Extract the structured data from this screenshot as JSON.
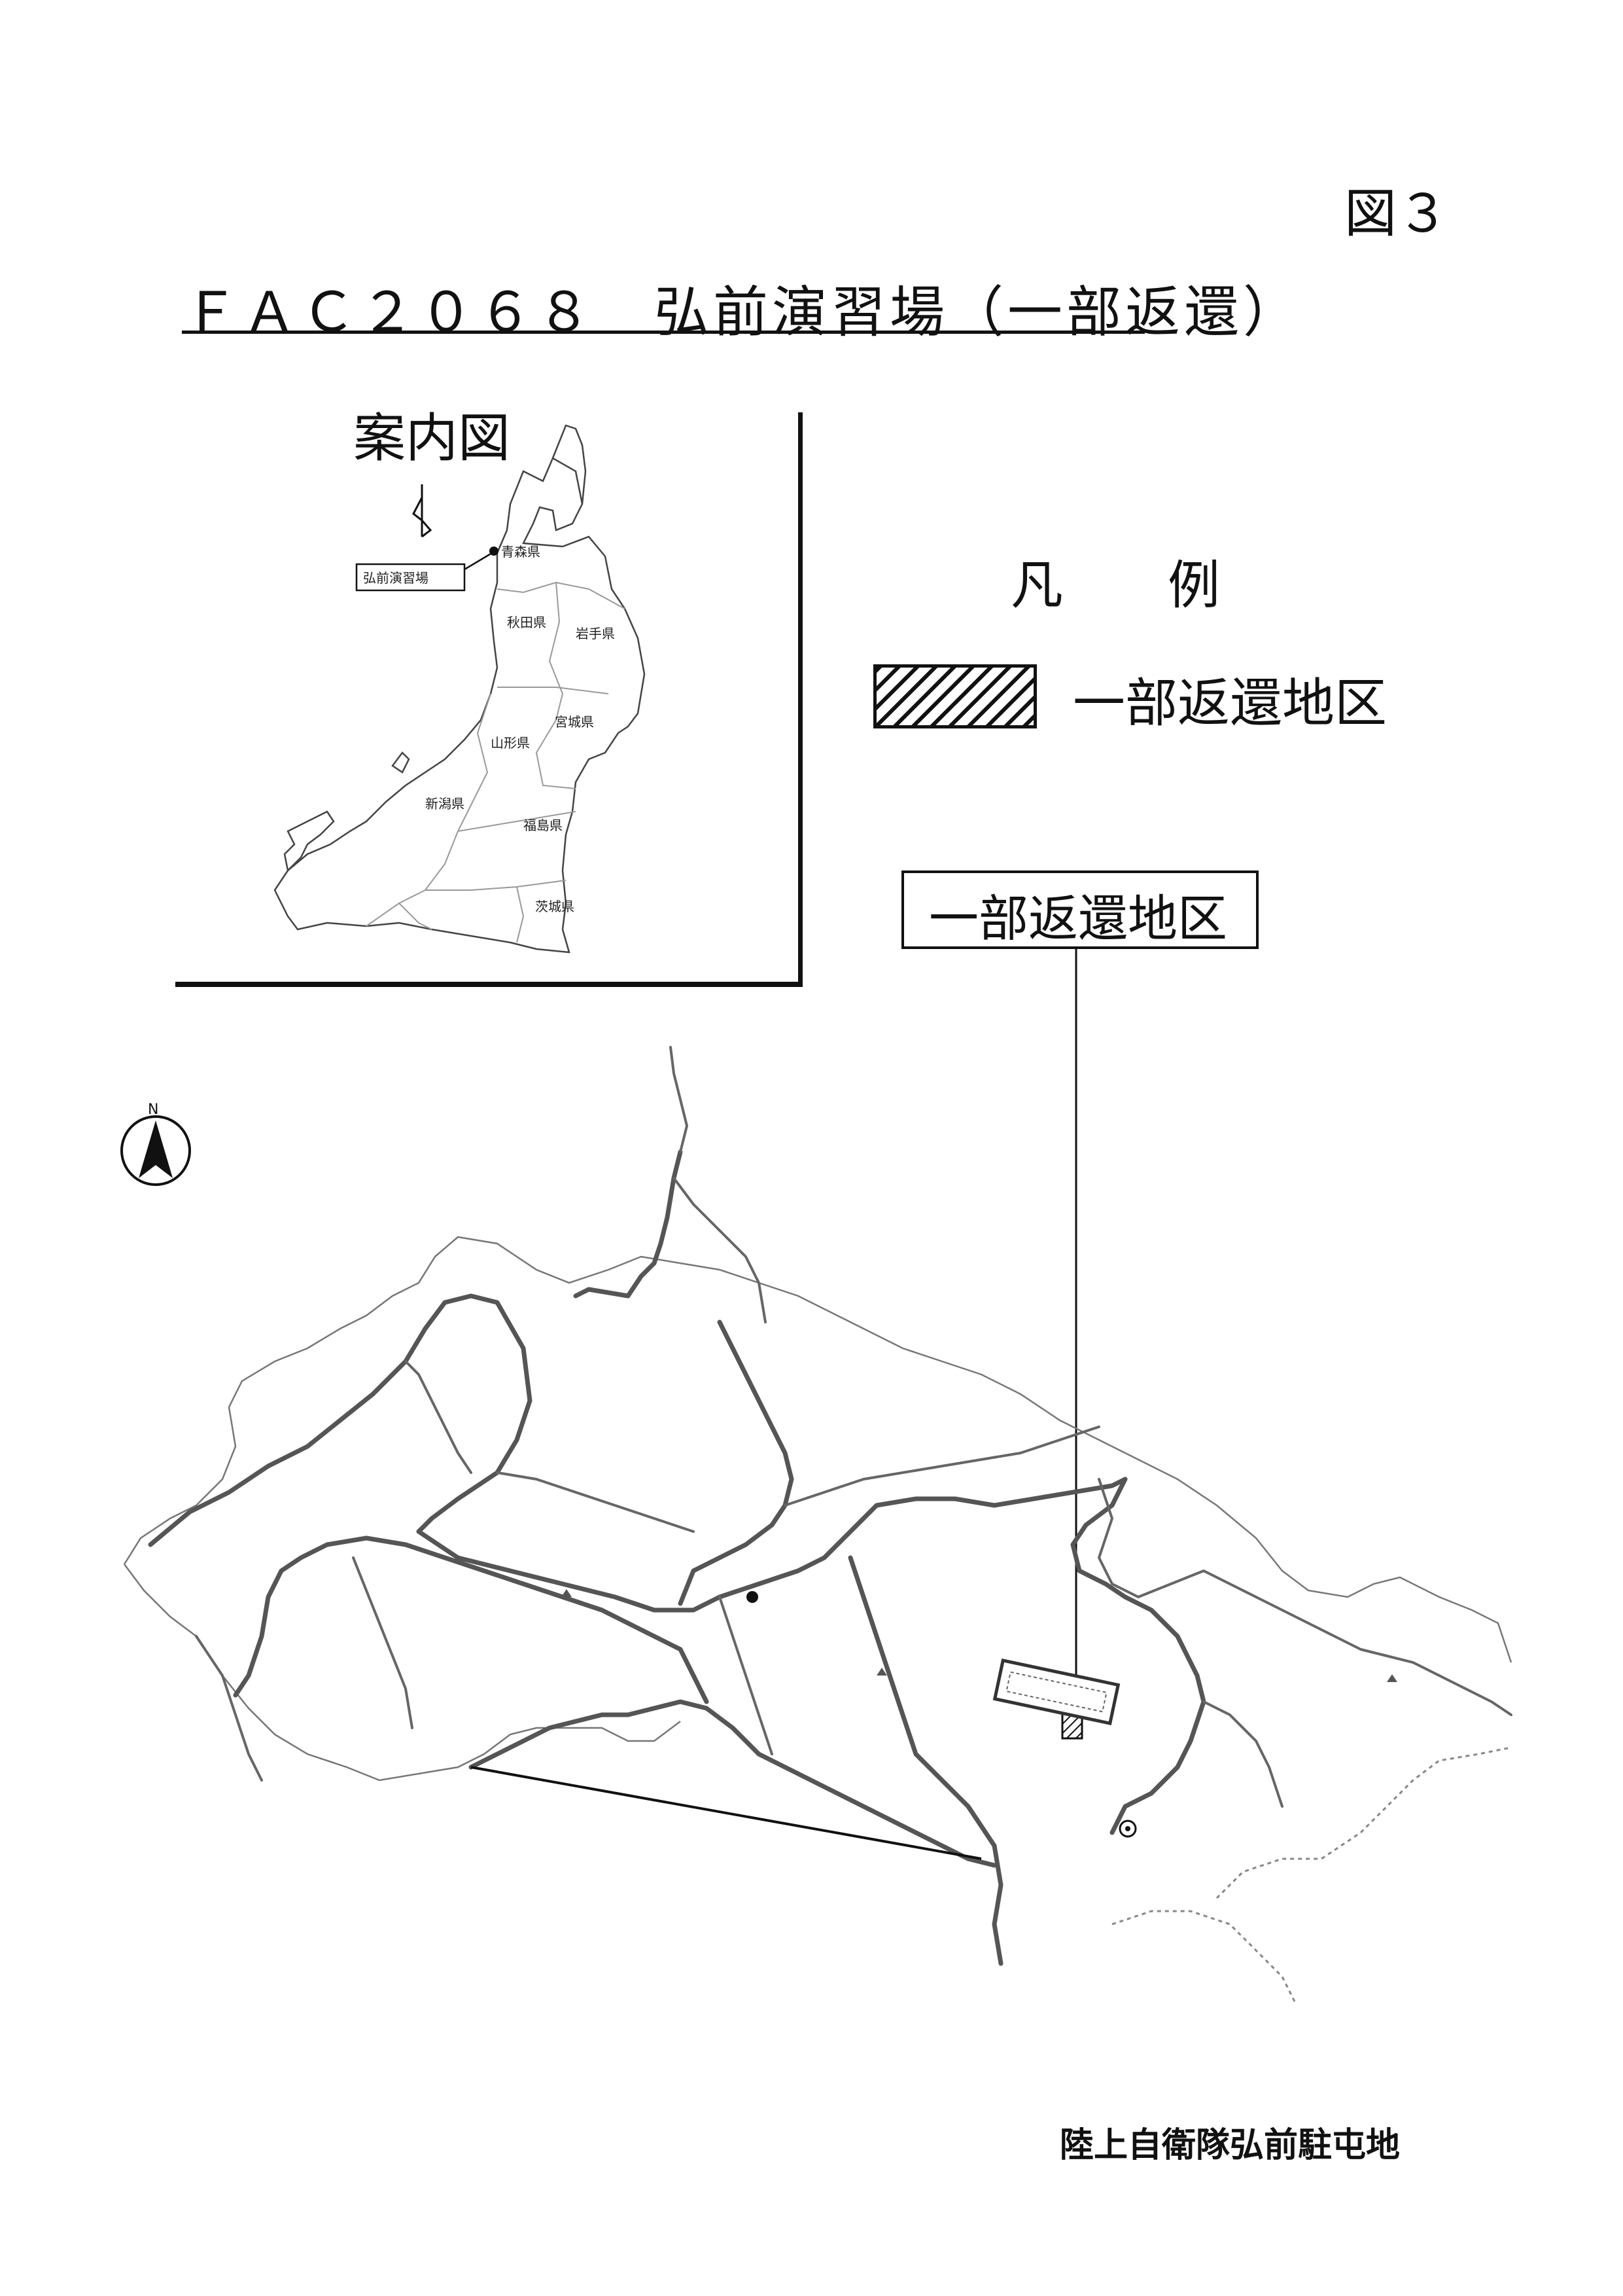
{
  "figure_number": "図３",
  "title": "ＦＡＣ２０６８　弘前演習場（一部返還）",
  "inset": {
    "title": "案内図",
    "callout": "弘前演習場",
    "prefectures": [
      "青森県",
      "秋田県",
      "岩手県",
      "宮城県",
      "山形県",
      "新潟県",
      "福島県",
      "茨城県"
    ]
  },
  "legend": {
    "title": "凡　　例",
    "items": [
      {
        "label": "一部返還地区",
        "pattern": "diagonal-hatch"
      }
    ]
  },
  "callout_label": "一部返還地区",
  "footer": "陸上自衛隊弘前駐屯地",
  "icons": {
    "north_arrow": "north-arrow-icon",
    "inset_north": "north-arrow-icon"
  }
}
